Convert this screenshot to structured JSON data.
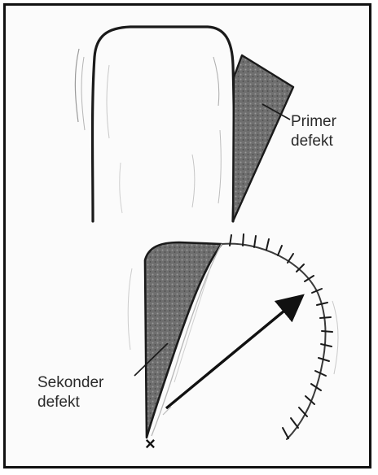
{
  "labels": {
    "primer_line1": "Primer",
    "primer_line2": "defekt",
    "sekonder_line1": "Sekonder",
    "sekonder_line2": "defekt",
    "pivot_mark": "×"
  },
  "colors": {
    "ink": "#1a1a1a",
    "shade": "#7a7a7a",
    "frame": "#111111"
  }
}
